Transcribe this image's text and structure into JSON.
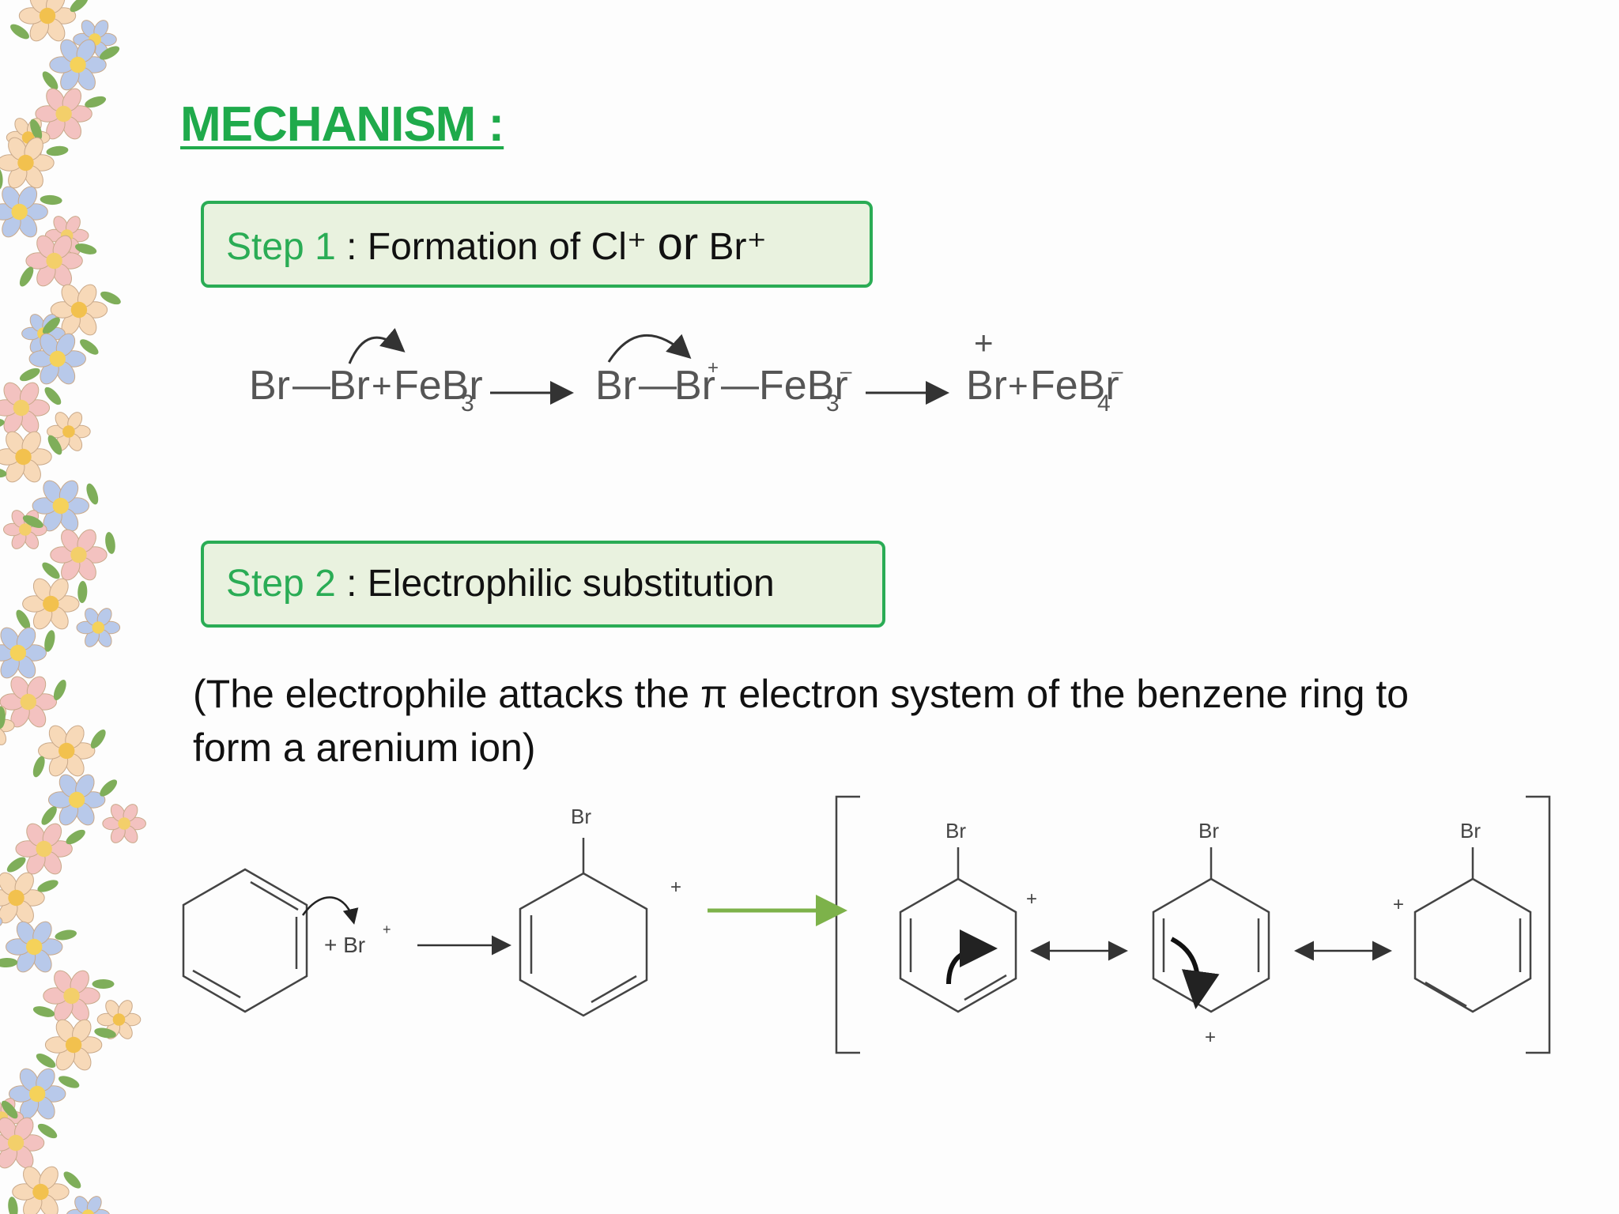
{
  "slide": {
    "title": "MECHANISM :",
    "step1": {
      "label": "Step 1",
      "text_before": " : Formation of Cl⁺ ",
      "or": "or",
      "text_after": "  Br⁺"
    },
    "step2": {
      "label": "Step 2",
      "text": " : Electrophilic substitution"
    },
    "description": "(The electrophile attacks the π electron system of the benzene ring to form a arenium ion)"
  },
  "reaction1": {
    "labels": {
      "br1": "Br",
      "dash1": "—",
      "br2": "Br",
      "plus1": "+",
      "febr3": "FeBr",
      "sub3": "3",
      "br3": "Br",
      "dash2": "—",
      "br4": "Br",
      "plus_sup": "+",
      "dash3": "—",
      "febr3b": "FeBr",
      "sub3b": "3",
      "minus1": "–",
      "plus_top": "+",
      "br5": "Br",
      "plus2": "+",
      "febr4": "FeBr",
      "sub4": "4",
      "minus2": "–"
    }
  },
  "reaction2": {
    "labels": {
      "plus_br": "+ Br",
      "sup_plus": "+",
      "br_a": "Br",
      "plus_a": "+",
      "br_b": "Br",
      "plus_b": "+",
      "br_c": "Br",
      "plus_c": "+",
      "br_d": "Br",
      "plus_d": "+"
    }
  },
  "colors": {
    "heading": "#1faa4b",
    "box_border": "#2aac55",
    "box_fill": "#e9f2df",
    "green_arrow": "#7db24a"
  }
}
